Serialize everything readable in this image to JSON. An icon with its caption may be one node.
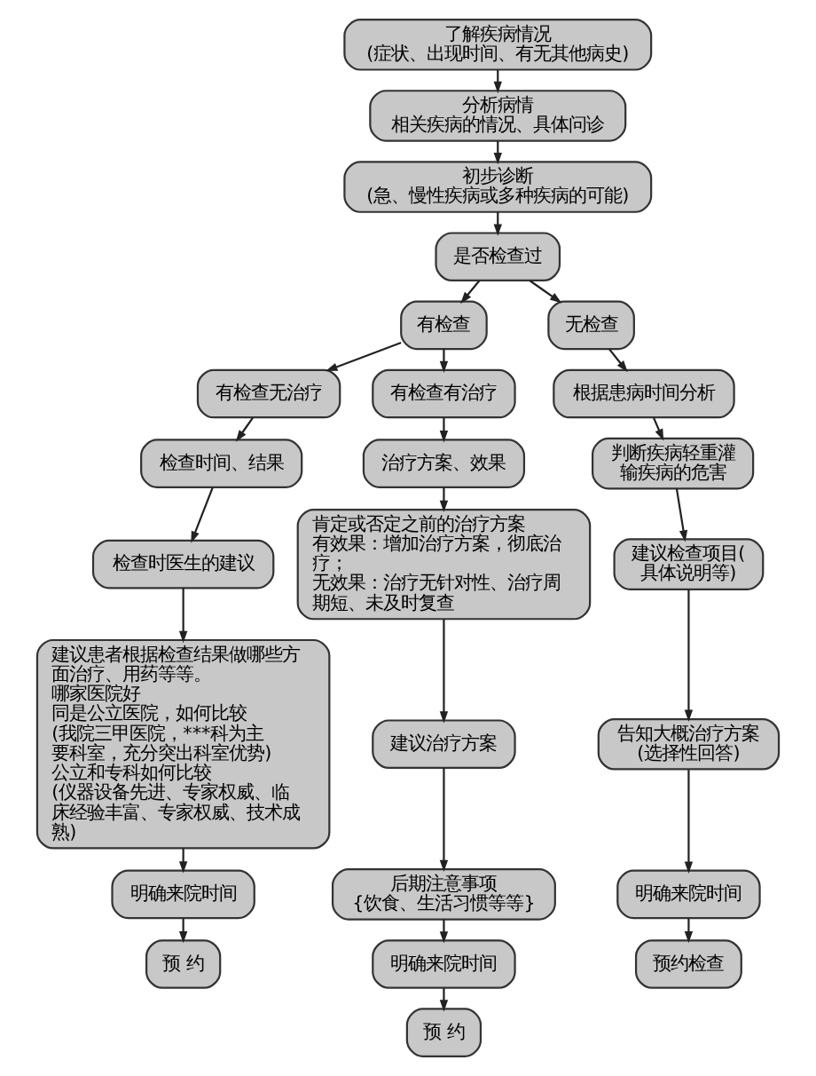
{
  "diagram": {
    "nodes": [
      {
        "text": [
          "了解疾病情况",
          "(症状、出现时间、有无其他病史)"
        ]
      },
      {
        "text": [
          "分析病情",
          "相关疾病的情况、具体问诊"
        ]
      },
      {
        "text": [
          "初步诊断",
          "(急、慢性疾病或多种疾病的可能)"
        ]
      },
      {
        "text": [
          "是否检查过"
        ]
      },
      {
        "text": [
          "有检查"
        ]
      },
      {
        "text": [
          "无检查"
        ]
      },
      {
        "text": [
          "有检查无治疗"
        ]
      },
      {
        "text": [
          "有检查有治疗"
        ]
      },
      {
        "text": [
          "检查时间、结果"
        ]
      },
      {
        "text": [
          "检查时医生的建议"
        ]
      },
      {
        "text": [
          "建议患者根据检查结果做哪些方面治疗、用药等等。",
          "哪家医院好",
          "同是公立医院，如何比较",
          "(我院三甲医院，***科为主要科室，充分突出科室优势)",
          "公立和专科如何比较",
          "(仪器设备先进、专家权威、临床经验丰富、专家权威、技术成熟)"
        ]
      },
      {
        "text": [
          "明确来院时间"
        ]
      },
      {
        "text": [
          "预 约"
        ]
      },
      {
        "text": [
          "治疗方案、效果"
        ]
      },
      {
        "text": [
          "肯定或否定之前的治疗方案",
          "有效果：增加治疗方案，彻底治疗；",
          "无效果：治疗无针对性、治疗周期短、未及时复查"
        ]
      },
      {
        "text": [
          "建议治疗方案"
        ]
      },
      {
        "text": [
          "后期注意事项",
          "{饮食、生活习惯等等}"
        ]
      },
      {
        "text": [
          "明确来院时间"
        ]
      },
      {
        "text": [
          "预 约"
        ]
      },
      {
        "text": [
          "根据患病时间分析"
        ]
      },
      {
        "text": [
          "判断疾病轻重灌输疾病的危害"
        ]
      },
      {
        "text": [
          "建议检查项目(具体说明等)"
        ]
      },
      {
        "text": [
          "告知大概治疗方案(选择性回答)"
        ]
      },
      {
        "text": [
          "明确来院时间"
        ]
      },
      {
        "text": [
          "预约检查"
        ]
      }
    ],
    "edges": [
      {
        "from": 0,
        "to": 1,
        "arrow": "to"
      },
      {
        "from": 1,
        "to": 2,
        "arrow": "to"
      },
      {
        "from": 2,
        "to": 3,
        "arrow": "to"
      },
      {
        "from": 3,
        "to": 4,
        "arrow": "to"
      },
      {
        "from": 3,
        "to": 5,
        "arrow": "to"
      },
      {
        "from": 4,
        "to": 6,
        "arrow": "to"
      },
      {
        "from": 4,
        "to": 7,
        "arrow": "to"
      },
      {
        "from": 6,
        "to": 8,
        "arrow": "to"
      },
      {
        "from": 8,
        "to": 9,
        "arrow": "to"
      },
      {
        "from": 9,
        "to": 10,
        "arrow": "to"
      },
      {
        "from": 10,
        "to": 11,
        "arrow": "to"
      },
      {
        "from": 11,
        "to": 12,
        "arrow": "to"
      },
      {
        "from": 7,
        "to": 13,
        "arrow": "to"
      },
      {
        "from": 13,
        "to": 14,
        "arrow": "to"
      },
      {
        "from": 14,
        "to": 15,
        "arrow": "to"
      },
      {
        "from": 15,
        "to": 16,
        "arrow": "to"
      },
      {
        "from": 16,
        "to": 17,
        "arrow": "to"
      },
      {
        "from": 17,
        "to": 18,
        "arrow": "to"
      },
      {
        "from": 5,
        "to": 19,
        "arrow": "to"
      },
      {
        "from": 19,
        "to": 20,
        "arrow": "to"
      },
      {
        "from": 20,
        "to": 21,
        "arrow": "to"
      },
      {
        "from": 21,
        "to": 22,
        "arrow": "to"
      },
      {
        "from": 22,
        "to": 23,
        "arrow": "to"
      },
      {
        "from": 23,
        "to": 24,
        "arrow": "to"
      }
    ]
  }
}
